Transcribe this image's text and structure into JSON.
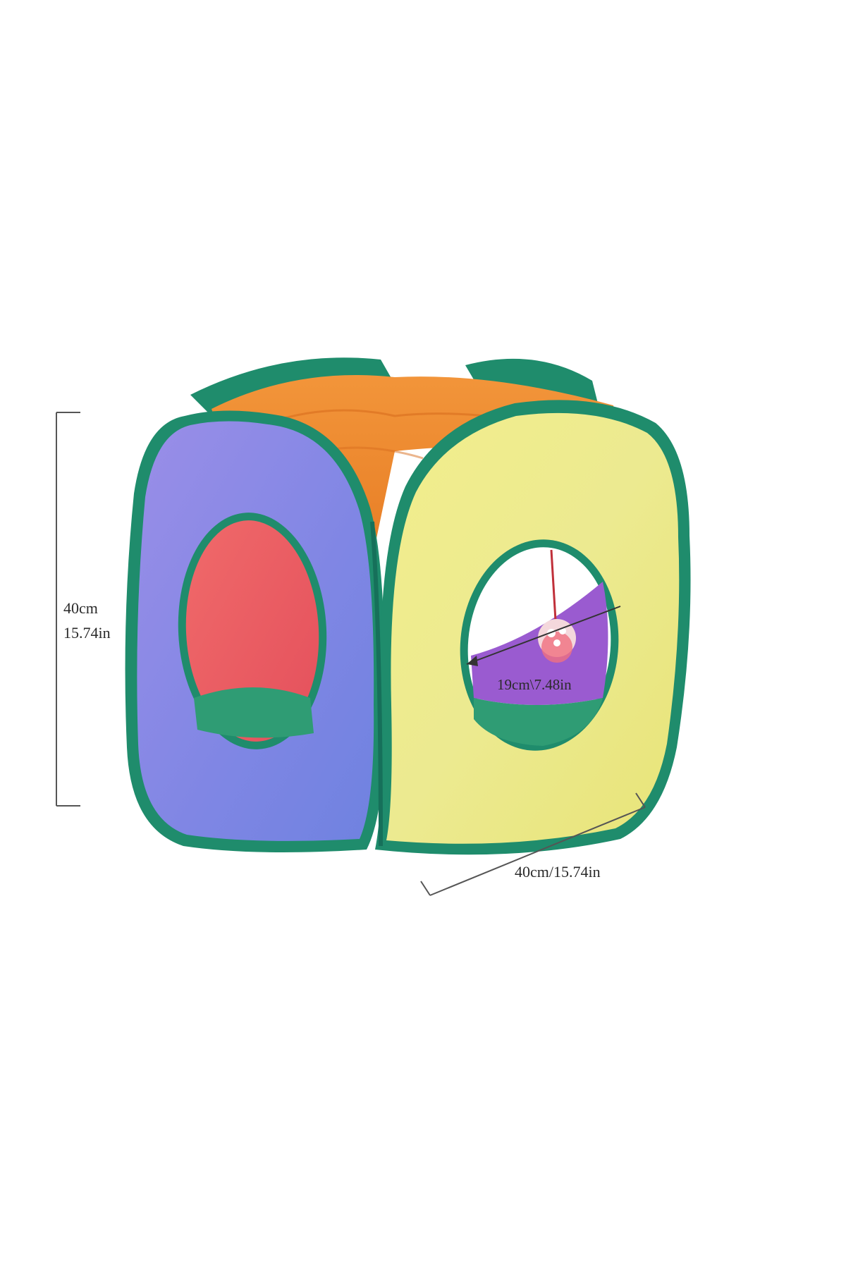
{
  "image": {
    "subject": "pop-up cat cube tent",
    "background": "#ffffff",
    "colors": {
      "trim": "#1f8c6c",
      "trim_dark": "#16705a",
      "top_panel": "#f08a2c",
      "left_panel": "#8d86e6",
      "right_panel": "#ecea8a",
      "inner_red": "#ea5862",
      "inner_purple": "#9a5bd0",
      "inner_floor": "#2f9c74"
    }
  },
  "dimensions": {
    "height_cm": "40cm",
    "height_in": "15.74in",
    "width_label": "40cm/15.74in",
    "opening_label": "19cm\\7.48in"
  }
}
